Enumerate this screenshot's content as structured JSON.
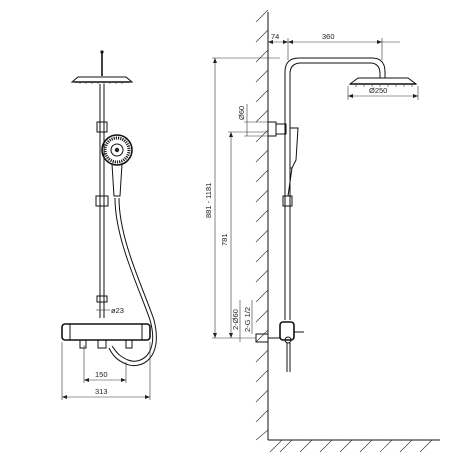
{
  "drawing": {
    "front_view": {
      "dim_width_total": "313",
      "dim_width_hose": "150",
      "dim_diameter_pipe": "ø23"
    },
    "side_view": {
      "dim_offset_wall": "74",
      "dim_arm_length": "360",
      "dim_head_diameter": "Ø250",
      "dim_total_height": "881 - 1181",
      "dim_valve_height": "781",
      "dim_escutcheon": "Ø60",
      "dim_inlets": "2-Ø60",
      "dim_thread": "2-G 1/2"
    }
  }
}
